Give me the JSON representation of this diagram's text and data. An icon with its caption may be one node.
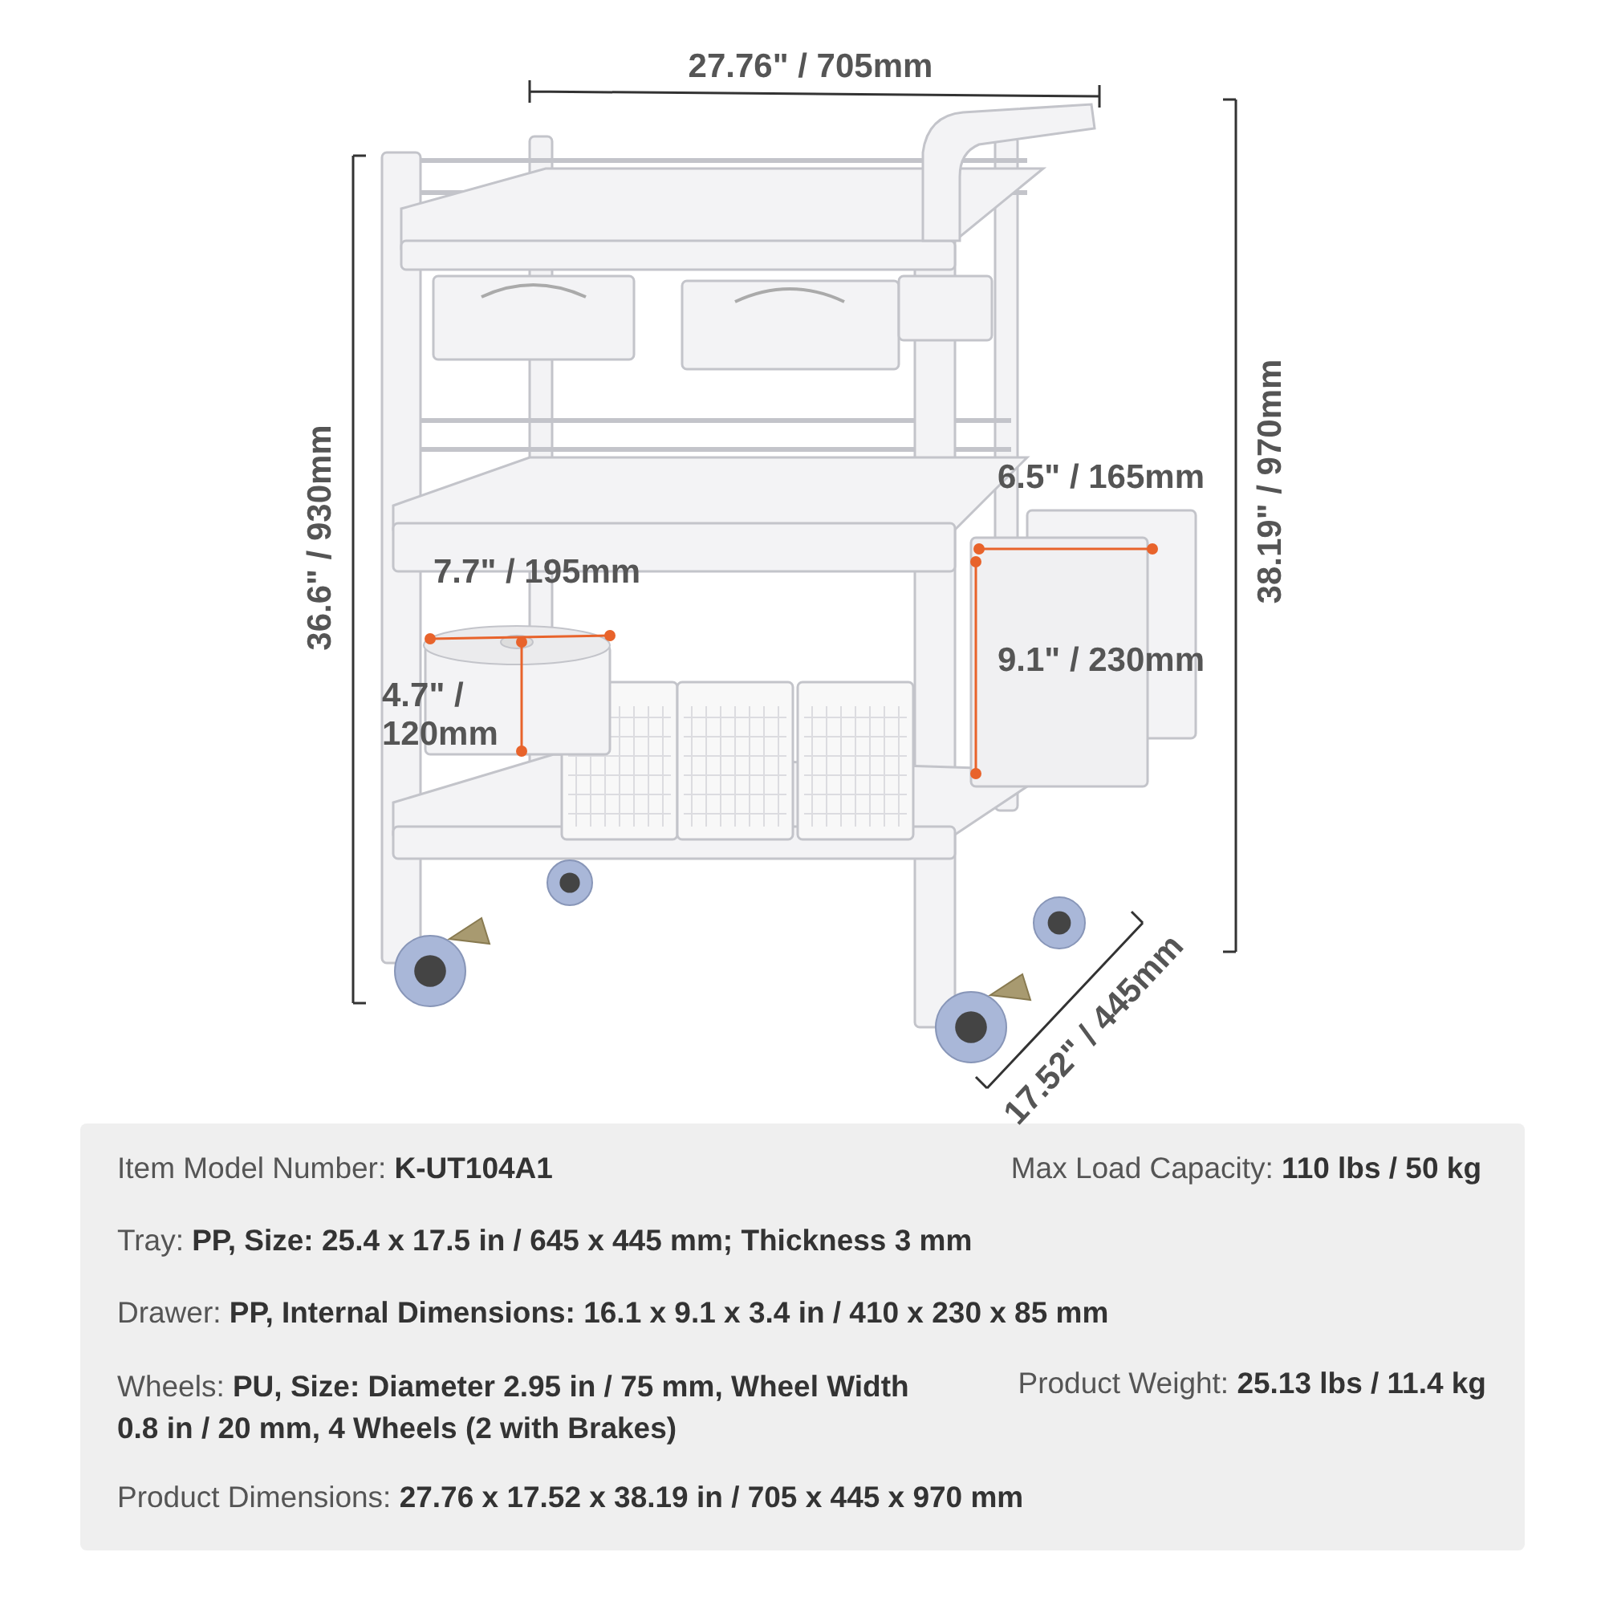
{
  "diagram": {
    "labels": [
      "27.76\" / 705mm",
      "38.19\" / 970mm",
      "36.6\" / 930mm",
      "6.5\" / 165mm",
      "7.7\" / 195mm",
      "9.1\" / 230mm",
      "4.7\" / 120mm",
      "17.52\" / 445mm",
      "Item Model Number: **K-UT104A1**",
      "Max Load Capacity: **110 lbs / 50 kg**",
      "Tray: **PP, Size: 25.4 x 17.5 in / 645 x 445 mm; Thickness 3 mm**",
      "Drawer: **PP, Internal Dimensions: 16.1 x 9.1 x 3.4 in / 410 x 230 x 85 mm**",
      "Wheels: **PU, Size: Diameter 2.95 in / 75 mm, Wheel Width 0.8 in / 20 mm, 4 Wheels (2 with Brakes)**",
      "Product Weight: **25.13 lbs / 11.4 kg**",
      "Product Dimensions: **27.76 x 17.52 x 38.19 in / 705 x 445 x 970 mm**"
    ]
  }
}
